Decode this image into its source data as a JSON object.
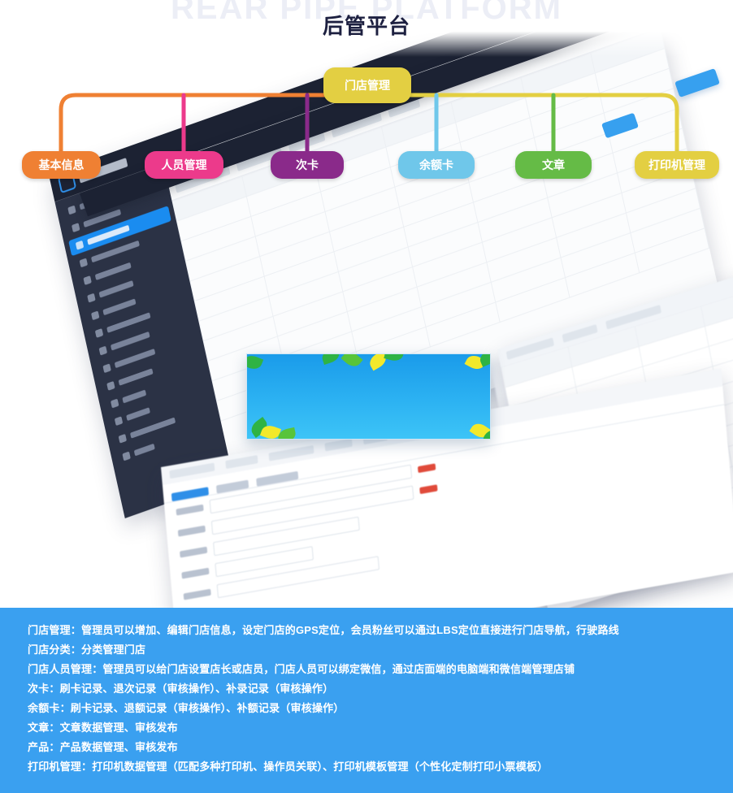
{
  "page": {
    "watermark": "REAR PIPE PLATFORM",
    "title": "后管平台"
  },
  "diagram": {
    "root": {
      "label": "门店管理",
      "color": "#e3cf42",
      "text_color": "#ffffff"
    },
    "nodes": [
      {
        "label": "基本信息",
        "color": "#ef8033",
        "line_color": "#ef8033"
      },
      {
        "label": "人员管理",
        "color": "#ec3a8b",
        "line_color": "#ec3a8b"
      },
      {
        "label": "次卡",
        "color": "#8a2a8a",
        "line_color": "#8a2a8a"
      },
      {
        "label": "余额卡",
        "color": "#6fc7ea",
        "line_color": "#6fc7ea"
      },
      {
        "label": "文章",
        "color": "#65bb46",
        "line_color": "#65bb46"
      },
      {
        "label": "打印机管理",
        "color": "#e3cf42",
        "line_color": "#e3cf42"
      }
    ]
  },
  "banner": {
    "background_top": "#1a9bea",
    "background_bottom": "#3dc4f7",
    "leaf_green": "#2fb344",
    "leaf_yellow": "#f2e92b"
  },
  "description": {
    "background": "#3aa0f0",
    "lines": [
      "门店管理：管理员可以增加、编辑门店信息，设定门店的GPS定位，会员粉丝可以通过LBS定位直接进行门店导航，行驶路线",
      "门店分类：分类管理门店",
      "门店人员管理：管理员可以给门店设置店长或店员，门店人员可以绑定微信，通过店面端的电脑端和微信端管理店铺",
      "次卡：刷卡记录、退次记录（审核操作）、补录记录（审核操作）",
      "余额卡：刷卡记录、退额记录（审核操作）、补额记录（审核操作）",
      "文章：文章数据管理、审核发布",
      "产品：产品数据管理、审核发布",
      "打印机管理：打印机数据管理（匹配多种打印机、操作员关联）、打印机模板管理（个性化定制打印小票模板）"
    ]
  }
}
